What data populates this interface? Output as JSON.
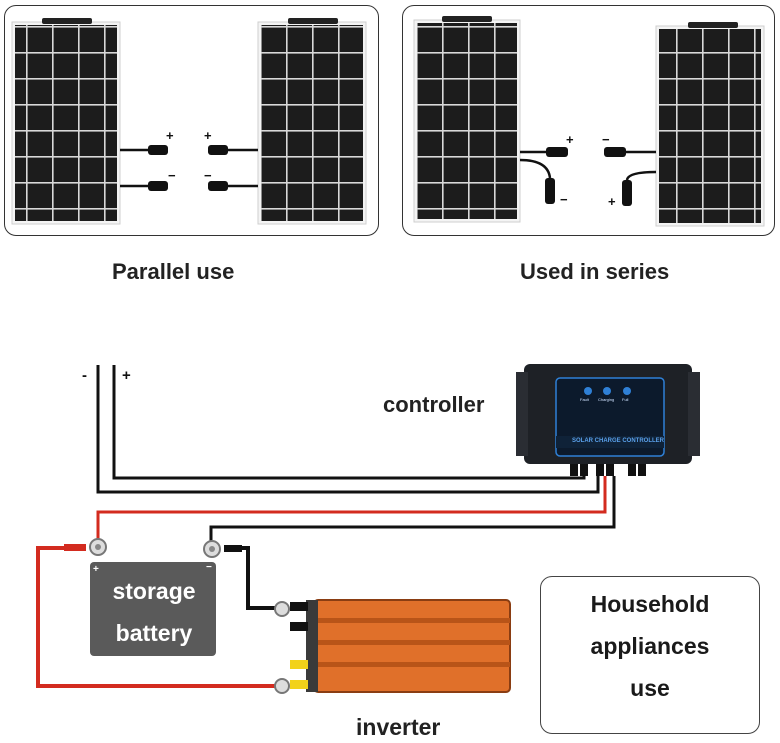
{
  "top_section": {
    "parallel": {
      "caption": "Parallel use",
      "plus_left": "+",
      "plus_right": "+",
      "minus_left": "−",
      "minus_right": "−"
    },
    "series": {
      "caption": "Used in series",
      "plus_top": "+",
      "minus_top": "−",
      "minus_bottom": "−",
      "plus_bottom": "+"
    }
  },
  "wiring": {
    "panel_minus": "-",
    "panel_plus": "+",
    "controller_label": "controller",
    "controller_lights": [
      "Fault",
      "Charging",
      "Full"
    ],
    "controller_brand": "SOLAR CHARGE CONTROLLER",
    "battery_line1": "storage",
    "battery_line2": "battery",
    "battery_plus": "+",
    "battery_minus": "−",
    "inverter_label": "inverter",
    "appliances_line1": "Household",
    "appliances_line2": "appliances",
    "appliances_line3": "use"
  },
  "colors": {
    "panel": "#1c1c1c",
    "panel_grid": "#d8d8d8",
    "wire_red": "#d32b1f",
    "wire_black": "#111111",
    "controller_body": "#1e2126",
    "controller_face": "#0c1a2c",
    "controller_accent": "#2f80d6",
    "battery": "#5a5a5a",
    "inverter": "#e0702a",
    "terminal_yellow": "#f2d21a"
  }
}
